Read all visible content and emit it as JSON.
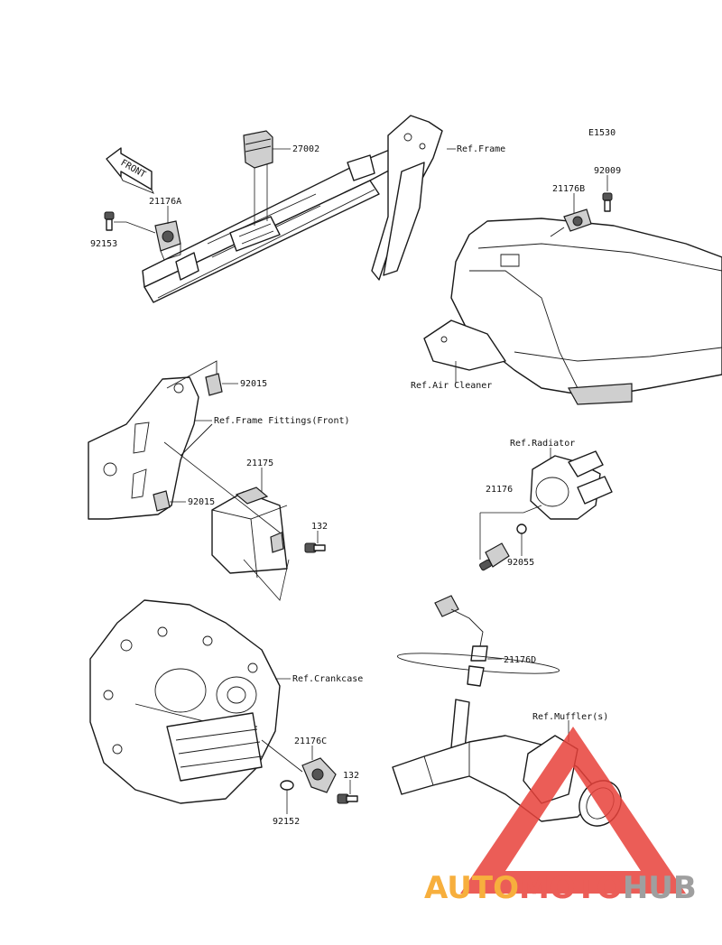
{
  "diagram_code": "E1530",
  "front_arrow_label": "FRONT",
  "labels": {
    "p27002": "27002",
    "ref_frame": "Ref.Frame",
    "p21176A": "21176A",
    "p92153": "92153",
    "p92009": "92009",
    "p21176B": "21176B",
    "ref_air_cleaner": "Ref.Air Cleaner",
    "p92015_top": "92015",
    "ref_frame_fittings": "Ref.Frame Fittings(Front)",
    "p21175": "21175",
    "p92015_mid": "92015",
    "p132_top": "132",
    "ref_radiator": "Ref.Radiator",
    "p21176": "21176",
    "p92055": "92055",
    "ref_crankcase": "Ref.Crankcase",
    "p21176D": "21176D",
    "ref_mufflers": "Ref.Muffler(s)",
    "p21176C": "21176C",
    "p132_bottom": "132",
    "p92152": "92152"
  },
  "watermark": {
    "part1": "AUTO",
    "part2": "MOTO",
    "part3": "HUB",
    "color_orange": "#f6a21c",
    "color_red": "#e8413a",
    "color_gray": "#8f8f8f"
  }
}
